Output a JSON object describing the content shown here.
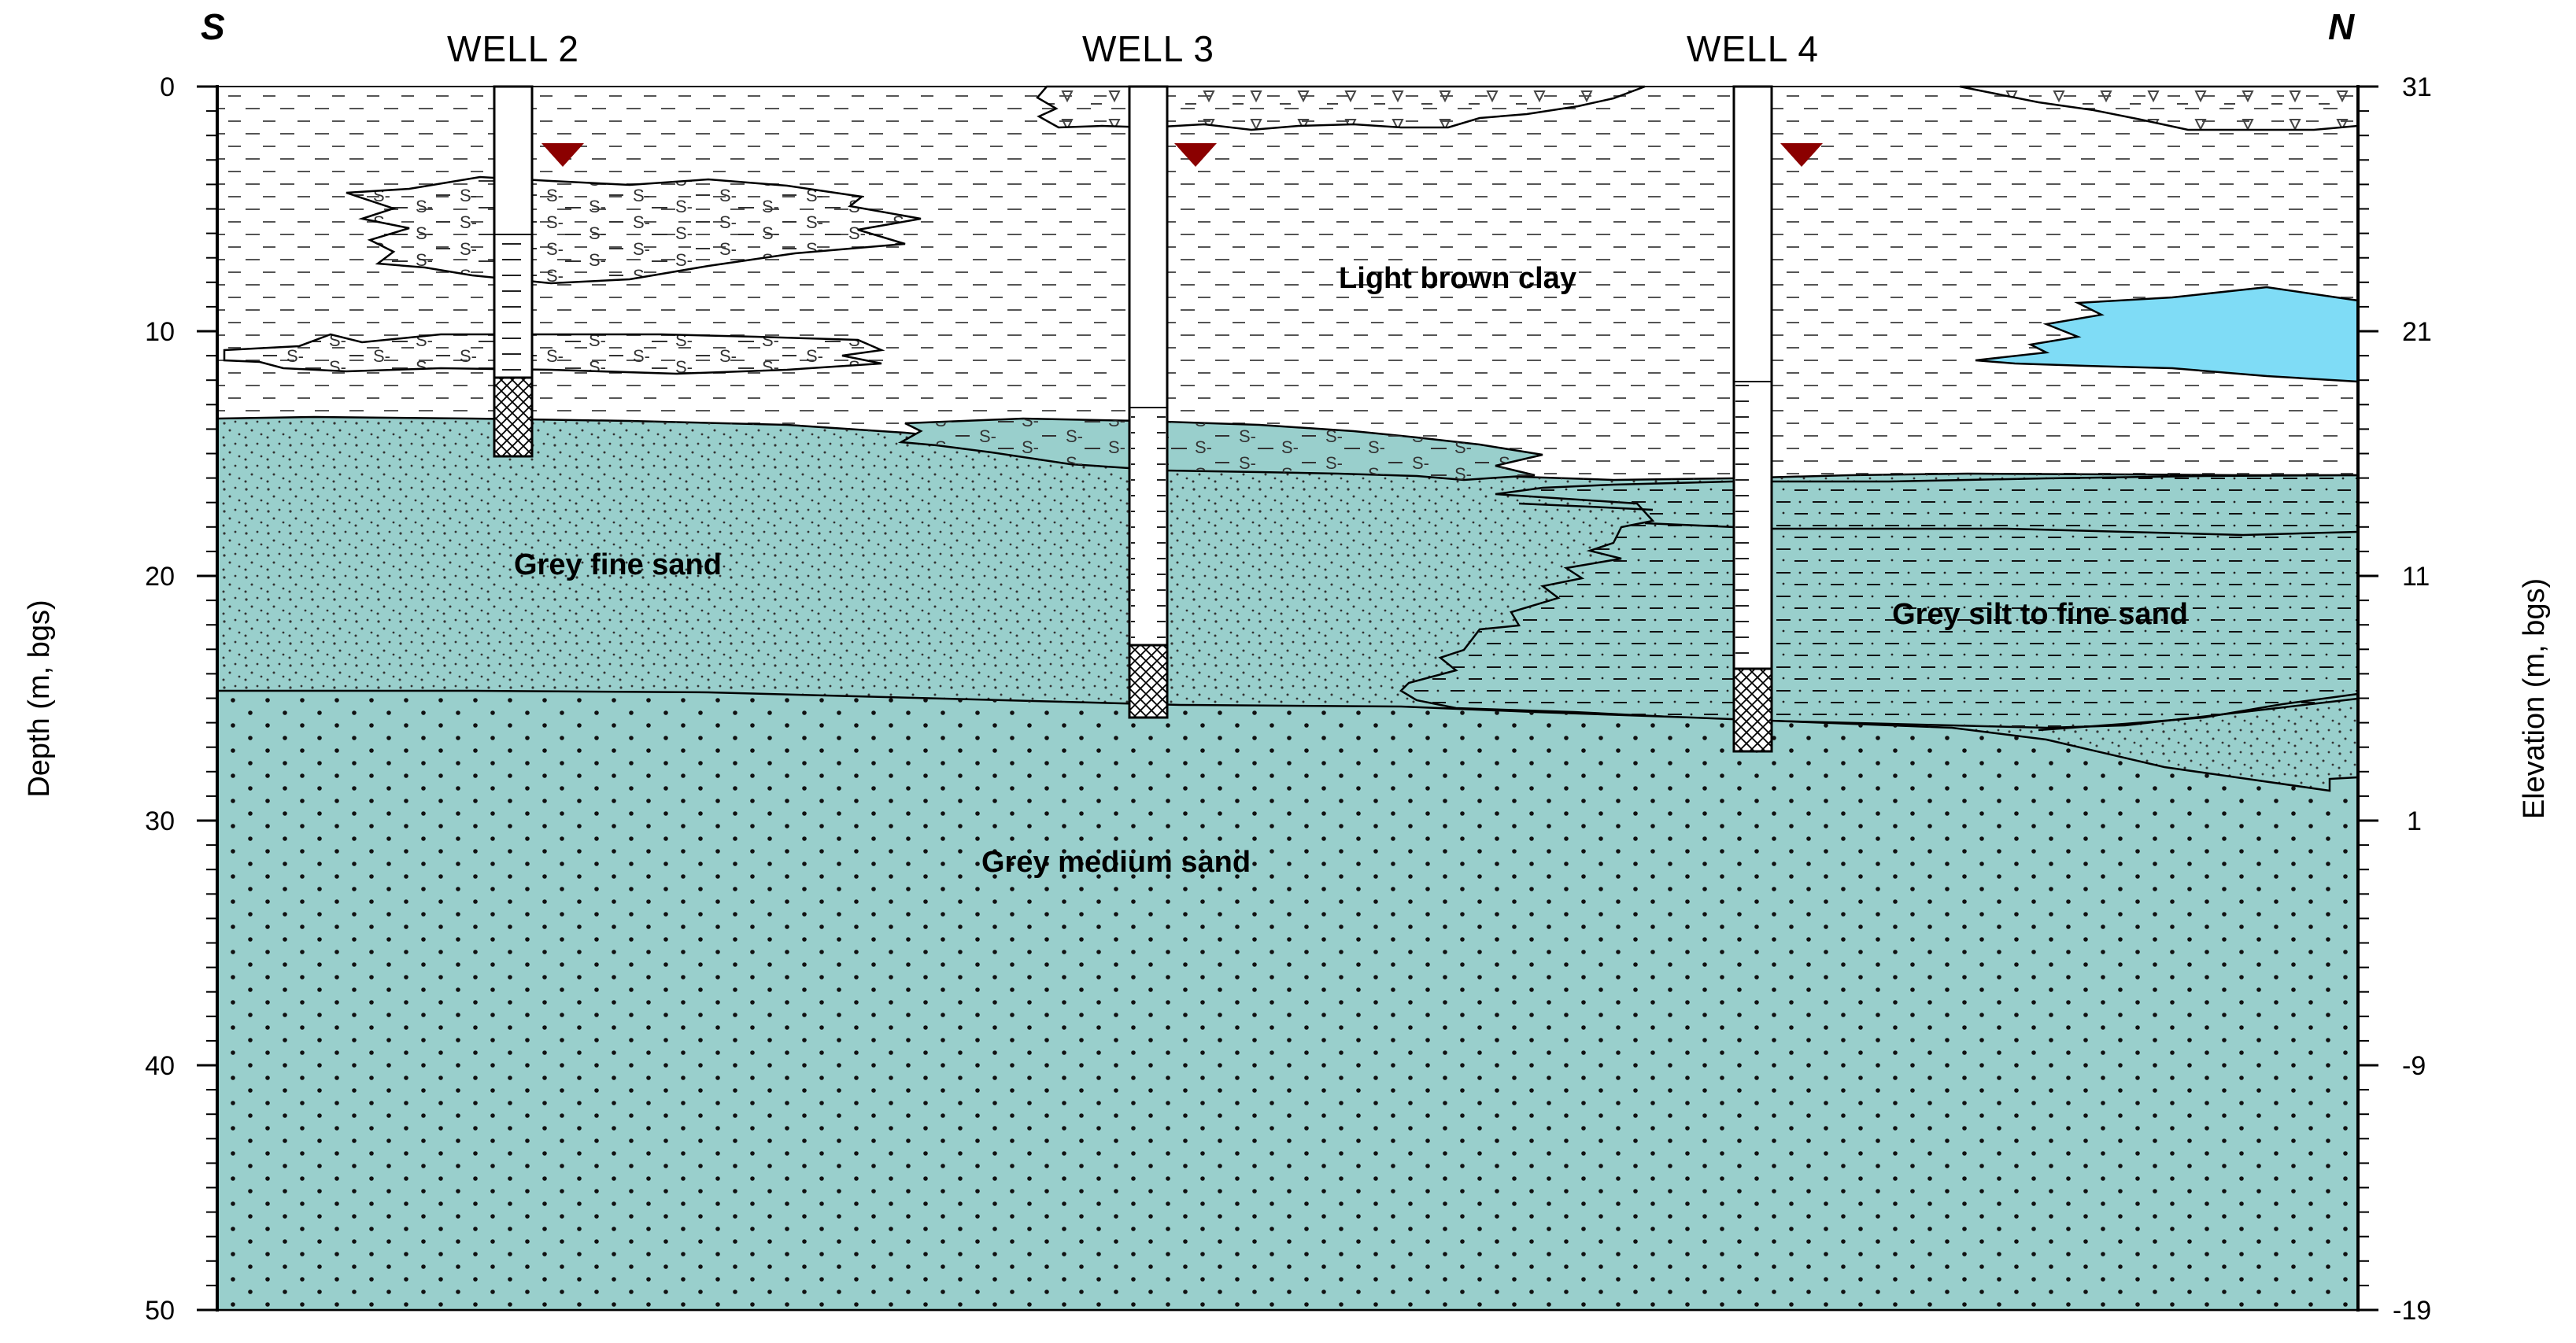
{
  "directions": {
    "south": "S",
    "north": "N"
  },
  "wells": [
    {
      "name": "WELL 2"
    },
    {
      "name": "WELL 3"
    },
    {
      "name": "WELL 4"
    }
  ],
  "axes": {
    "left_title": "Depth (m, bgs)",
    "right_title": "Elevation (m, bgs)",
    "depth_ticks": [
      "0",
      "10",
      "20",
      "30",
      "40",
      "50"
    ],
    "elevation_ticks": [
      "31",
      "21",
      "11",
      "1",
      "-9",
      "-19"
    ]
  },
  "layers": {
    "clay": "Light brown clay",
    "fine_sand": "Grey fine sand",
    "silt": "Grey silt to fine sand",
    "medium_sand": "Grey medium sand"
  },
  "colors": {
    "sand": "#99cfcc",
    "water_lens": "#7fdcf6",
    "water_table": "#8b0000",
    "line": "#000000",
    "background": "#ffffff"
  }
}
